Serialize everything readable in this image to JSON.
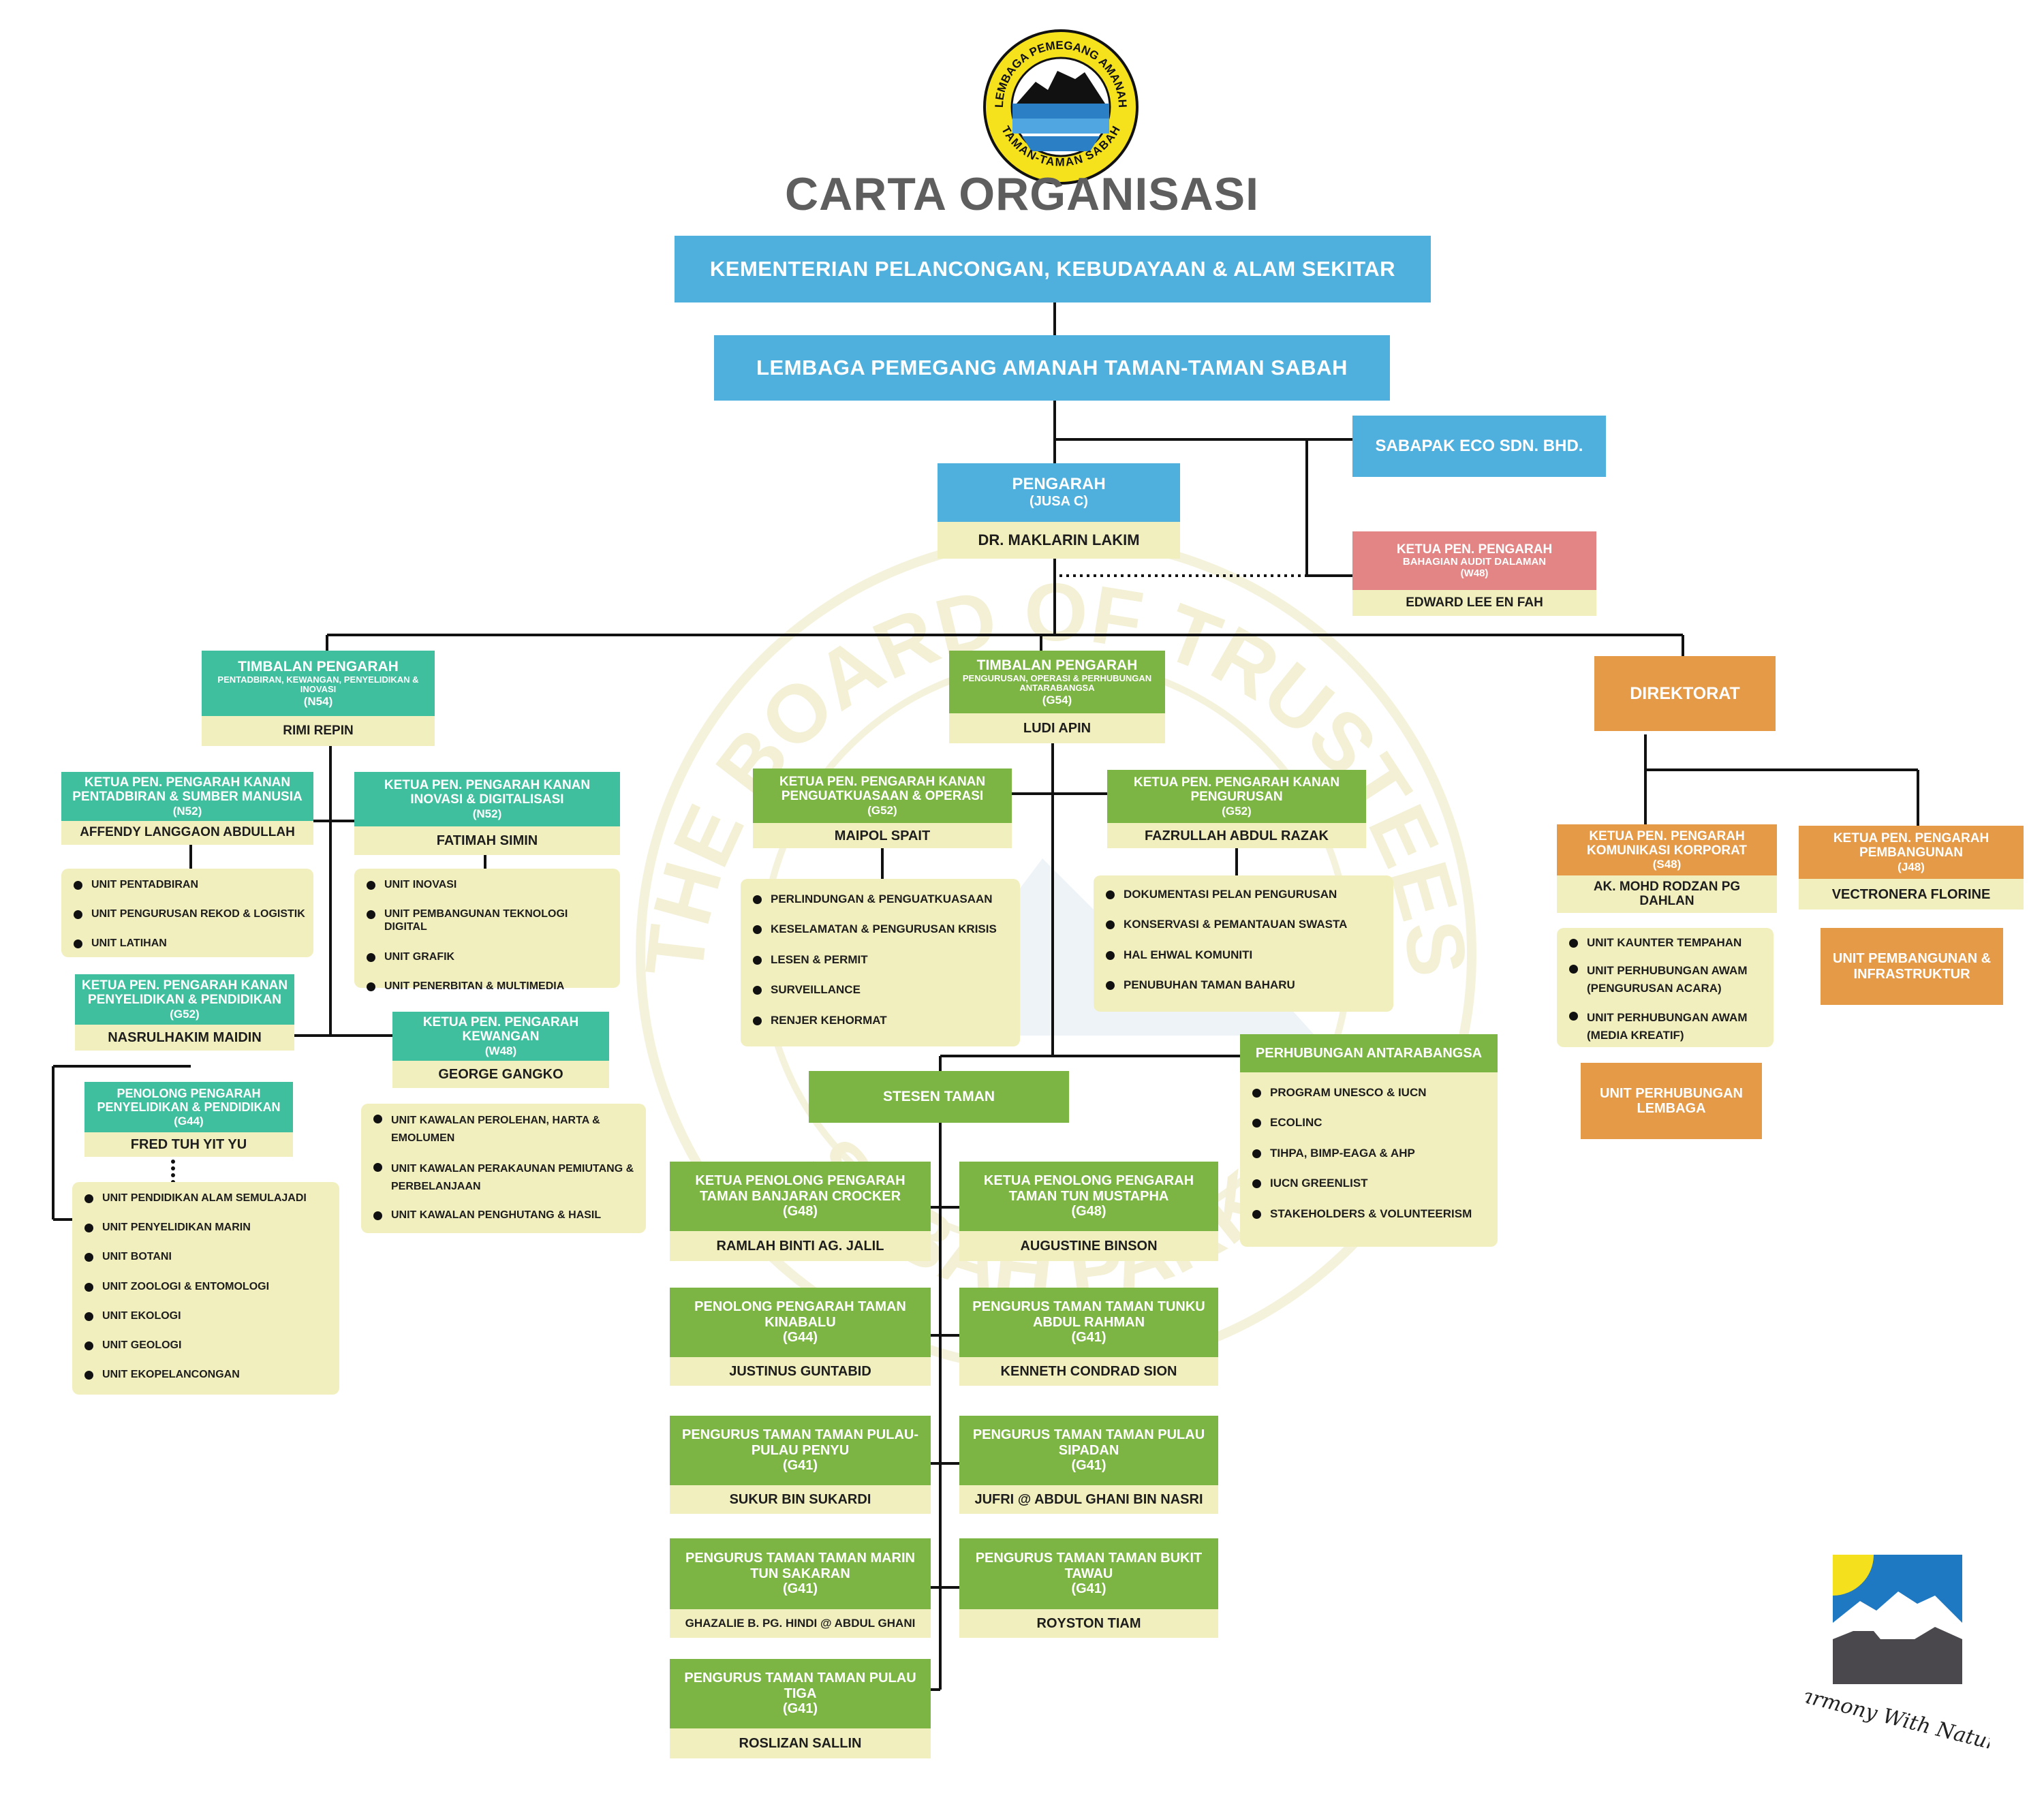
{
  "header": {
    "logo_text_top": "LEMBAGA PEMEGANG AMANAH",
    "logo_text_bottom": "TAMAN-TAMAN SABAH",
    "title": "CARTA ORGANISASI"
  },
  "watermark": {
    "text_top": "THE BOARD OF TRUSTEES",
    "text_bottom": "SABAH PARKS"
  },
  "colors": {
    "blue": "#4fb0dd",
    "teal": "#3fbf9e",
    "green": "#7cb543",
    "orange": "#e59a47",
    "pink": "#e38585",
    "cream": "#f2efbe",
    "title": "#5e5e5e"
  },
  "top": {
    "ministry": "KEMENTERIAN PELANCONGAN, KEBUDAYAAN & ALAM SEKITAR",
    "board": "LEMBAGA PEMEGANG AMANAH  TAMAN-TAMAN SABAH",
    "sabapak": "SABAPAK ECO SDN. BHD."
  },
  "director": {
    "title": "PENGARAH",
    "grade": "(JUSA C)",
    "name": "DR. MAKLARIN LAKIM"
  },
  "audit": {
    "title": "KETUA PEN. PENGARAH",
    "sub": "BAHAGIAN AUDIT DALAMAN",
    "grade": "(W48)",
    "name": "EDWARD LEE EN FAH"
  },
  "deputy_admin": {
    "title": "TIMBALAN PENGARAH",
    "sub": "PENTADBIRAN, KEWANGAN, PENYELIDIKAN & INOVASI",
    "grade": "(N54)",
    "name": "RIMI REPIN"
  },
  "deputy_mgmt": {
    "title": "TIMBALAN PENGARAH",
    "sub": "PENGURUSAN, OPERASI & PERHUBUNGAN ANTARABANGSA",
    "grade": "(G54)",
    "name": "LUDI APIN"
  },
  "directorate": {
    "title": "DIREKTORAT"
  },
  "admin_hr": {
    "title": "KETUA PEN. PENGARAH KANAN PENTADBIRAN & SUMBER MANUSIA",
    "grade": "(N52)",
    "name": "AFFENDY LANGGAON ABDULLAH",
    "units": [
      "UNIT PENTADBIRAN",
      "UNIT PENGURUSAN REKOD & LOGISTIK",
      "UNIT LATIHAN"
    ]
  },
  "innovation": {
    "title": "KETUA PEN. PENGARAH KANAN INOVASI & DIGITALISASI",
    "grade": "(N52)",
    "name": "FATIMAH SIMIN",
    "units": [
      "UNIT INOVASI",
      "UNIT PEMBANGUNAN TEKNOLOGI DIGITAL",
      "UNIT GRAFIK",
      "UNIT PENERBITAN & MULTIMEDIA"
    ]
  },
  "research": {
    "title": "KETUA PEN. PENGARAH KANAN PENYELIDIKAN & PENDIDIKAN",
    "grade": "(G52)",
    "name": "NASRULHAKIM MAIDIN"
  },
  "research_asst": {
    "title": "PENOLONG PENGARAH PENYELIDIKAN & PENDIDIKAN",
    "grade": "(G44)",
    "name": "FRED TUH YIT YU",
    "units": [
      "UNIT PENDIDIKAN ALAM SEMULAJADI",
      "UNIT PENYELIDIKAN MARIN",
      "UNIT BOTANI",
      "UNIT ZOOLOGI & ENTOMOLOGI",
      "UNIT EKOLOGI",
      "UNIT GEOLOGI",
      "UNIT EKOPELANCONGAN"
    ]
  },
  "finance": {
    "title": "KETUA PEN. PENGARAH KEWANGAN",
    "grade": "(W48)",
    "name": "GEORGE GANGKO",
    "units": [
      "UNIT KAWALAN PEROLEHAN, HARTA & EMOLUMEN",
      "UNIT KAWALAN PERAKAUNAN PEMIUTANG & PERBELANJAAN",
      "UNIT KAWALAN PENGHUTANG & HASIL"
    ]
  },
  "enforcement": {
    "title": "KETUA PEN. PENGARAH KANAN PENGUATKUASAAN & OPERASI",
    "grade": "(G52)",
    "name": "MAIPOL SPAIT",
    "units": [
      "PERLINDUNGAN & PENGUATKUASAAN",
      "KESELAMATAN & PENGURUSAN KRISIS",
      "LESEN & PERMIT",
      "SURVEILLANCE",
      "RENJER KEHORMAT"
    ]
  },
  "management": {
    "title": "KETUA PEN. PENGARAH KANAN PENGURUSAN",
    "grade": "(G52)",
    "name": "FAZRULLAH ABDUL RAZAK",
    "units": [
      "DOKUMENTASI PELAN PENGURUSAN",
      "KONSERVASI & PEMANTAUAN SWASTA",
      "HAL EHWAL KOMUNITI",
      "PENUBUHAN TAMAN BAHARU"
    ]
  },
  "international": {
    "title": "PERHUBUNGAN ANTARABANGSA",
    "units": [
      "PROGRAM UNESCO & IUCN",
      "ECOLINC",
      "TIHPA, BIMP-EAGA & AHP",
      "IUCN GREENLIST",
      "STAKEHOLDERS & VOLUNTEERISM"
    ]
  },
  "stations": {
    "title": "STESEN  TAMAN",
    "items": [
      {
        "title": "KETUA PENOLONG PENGARAH TAMAN BANJARAN CROCKER",
        "grade": "(G48)",
        "name": "RAMLAH BINTI AG. JALIL"
      },
      {
        "title": "KETUA PENOLONG PENGARAH TAMAN TUN MUSTAPHA",
        "grade": "(G48)",
        "name": "AUGUSTINE BINSON"
      },
      {
        "title": "PENOLONG PENGARAH TAMAN KINABALU",
        "grade": "(G44)",
        "name": "JUSTINUS GUNTABID"
      },
      {
        "title": "PENGURUS TAMAN TAMAN TUNKU ABDUL RAHMAN",
        "grade": "(G41)",
        "name": "KENNETH CONDRAD SION"
      },
      {
        "title": "PENGURUS TAMAN TAMAN PULAU-PULAU PENYU",
        "grade": "(G41)",
        "name": "SUKUR BIN SUKARDI"
      },
      {
        "title": "PENGURUS TAMAN TAMAN PULAU SIPADAN",
        "grade": "(G41)",
        "name": "JUFRI @ ABDUL GHANI BIN NASRI"
      },
      {
        "title": "PENGURUS TAMAN TAMAN MARIN TUN SAKARAN",
        "grade": "(G41)",
        "name": "GHAZALIE B. PG. HINDI @ ABDUL GHANI"
      },
      {
        "title": "PENGURUS TAMAN TAMAN BUKIT TAWAU",
        "grade": "(G41)",
        "name": "ROYSTON TIAM"
      },
      {
        "title": "PENGURUS TAMAN TAMAN PULAU TIGA",
        "grade": "(G41)",
        "name": "ROSLIZAN SALLIN"
      }
    ]
  },
  "corporate": {
    "title": "KETUA PEN. PENGARAH KOMUNIKASI KORPORAT",
    "grade": "(S48)",
    "name": "AK. MOHD RODZAN PG DAHLAN",
    "units": [
      "UNIT KAUNTER TEMPAHAN",
      "UNIT PERHUBUNGAN AWAM (PENGURUSAN ACARA)",
      "UNIT PERHUBUNGAN AWAM (MEDIA KREATIF)"
    ],
    "extra": "UNIT PERHUBUNGAN LEMBAGA"
  },
  "development": {
    "title": "KETUA PEN. PENGARAH PEMBANGUNAN",
    "grade": "(J48)",
    "name": "VECTRONERA FLORINE",
    "extra": "UNIT PEMBANGUNAN & INFRASTRUKTUR"
  },
  "footer": {
    "tagline": "Harmony With Nature"
  }
}
